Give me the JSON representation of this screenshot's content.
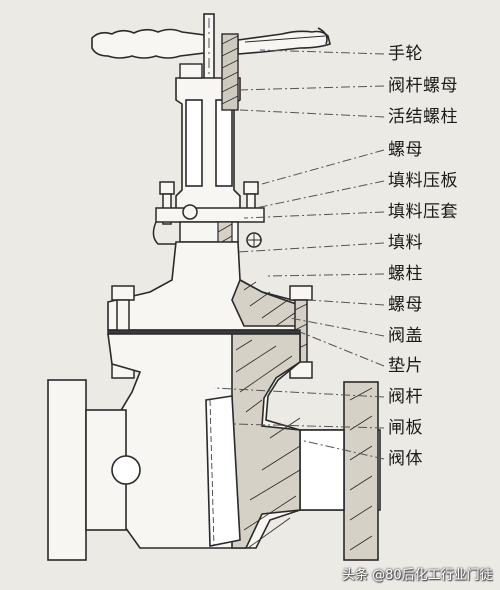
{
  "labels": {
    "handwheel": "手轮",
    "stem_nut": "阀杆螺母",
    "swing_bolt": "活结螺柱",
    "gland_nut": "螺母",
    "gland_flange": "填料压板",
    "gland_bush": "填料压套",
    "packing": "填料",
    "stud": "螺柱",
    "bonnet_nut": "螺母",
    "bonnet": "阀盖",
    "gasket": "垫片",
    "stem": "阀杆",
    "gate": "闸板",
    "body": "阀体"
  },
  "watermark": "头条 @80后化工行业门徒",
  "colors": {
    "background": "#eceae4",
    "outline": "#2a2a2a",
    "leader": "#555555"
  }
}
